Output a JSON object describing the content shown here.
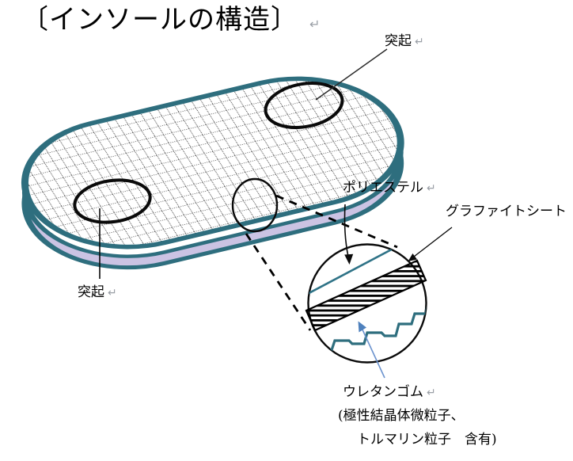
{
  "page": {
    "background": "#FFFFFF"
  },
  "title": {
    "text": "〔インソールの構造〕",
    "paragraph_mark": "↵"
  },
  "labels": {
    "protrusion_top": {
      "text": "突起",
      "paragraph_mark": "↵"
    },
    "protrusion_bottom": {
      "text": "突起",
      "paragraph_mark": "↵"
    },
    "polyester": {
      "text": "ポリエステル",
      "paragraph_mark": "↵"
    },
    "graphite_sheet": {
      "text": "グラファイトシート"
    },
    "urethane_rubber": {
      "text": "ウレタンゴム",
      "paragraph_mark": "↵"
    },
    "urethane_note_line1": {
      "text": "(極性結晶体微粒子、"
    },
    "urethane_note_line2": {
      "text": "トルマリン粒子　含有)"
    }
  },
  "colors": {
    "outline_teal": "#2E6E7E",
    "layer_lavender": "#CBC3E3",
    "polyester_line_teal": "#2F7387",
    "urethane_zigzag_teal": "#2E6E7E",
    "callout_blue_line": "#6C93CE",
    "callout_blue_head": "#4F81BD",
    "ink_black": "#000000",
    "paragraph_mark_gray": "#9A9FA6"
  }
}
